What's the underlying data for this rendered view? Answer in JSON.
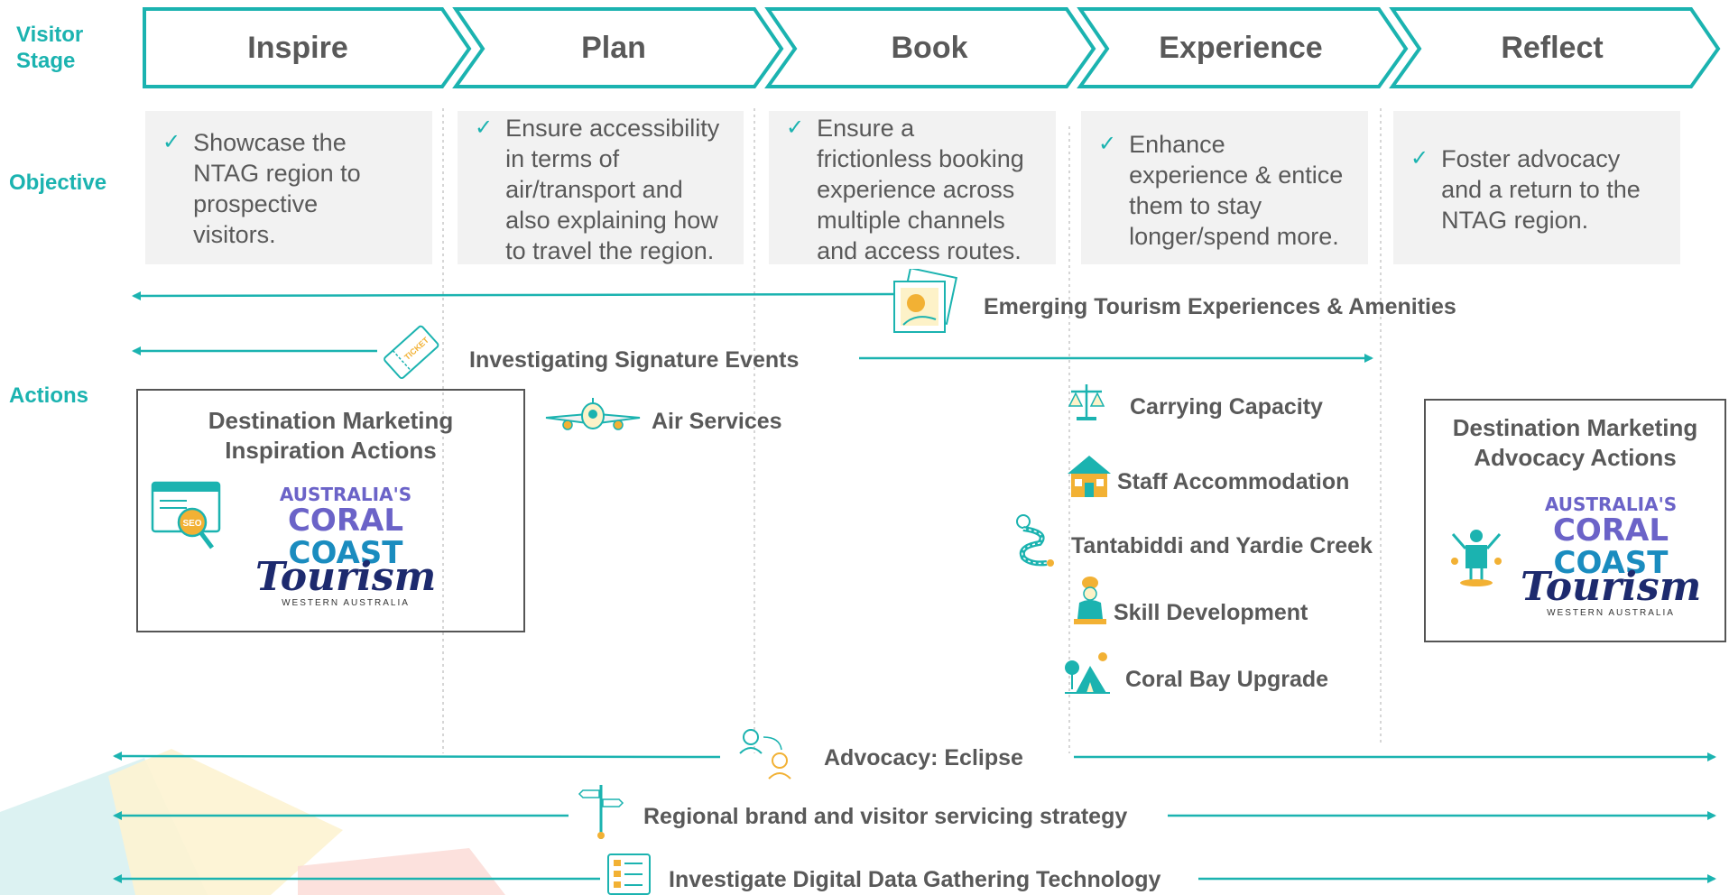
{
  "row_labels": {
    "visitor_stage": [
      "Visitor",
      "Stage"
    ],
    "objective": "Objective",
    "actions": "Actions"
  },
  "stages": [
    "Inspire",
    "Plan",
    "Book",
    "Experience",
    "Reflect"
  ],
  "objectives": [
    [
      "Showcase the",
      "NTAG region to",
      "prospective",
      "visitors."
    ],
    [
      "Ensure accessibility",
      "in terms of",
      "air/transport and",
      "also explaining how",
      "to travel the region."
    ],
    [
      "Ensure a",
      "frictionless booking",
      "experience across",
      "multiple channels",
      "and access routes."
    ],
    [
      "Enhance",
      "experience & entice",
      "them to stay",
      "longer/spend more."
    ],
    [
      "Foster advocacy",
      "and a return to the",
      "NTAG region."
    ]
  ],
  "actions": {
    "emerging": "Emerging Tourism Experiences & Amenities",
    "signature": "Investigating Signature Events",
    "air": "Air Services",
    "carrying": "Carrying Capacity",
    "staff": "Staff Accommodation",
    "tantabiddi": "Tantabiddi and Yardie Creek",
    "skill": "Skill Development",
    "coral_bay": "Coral Bay Upgrade",
    "advocacy": "Advocacy: Eclipse",
    "brand": "Regional brand and visitor servicing strategy",
    "digital": "Investigate Digital Data Gathering Technology"
  },
  "boxes": {
    "inspiration": [
      "Destination Marketing",
      "Inspiration Actions"
    ],
    "advocacy": [
      "Destination Marketing",
      "Advocacy Actions"
    ]
  },
  "logos": {
    "ccc_line1": "AUSTRALIA'S",
    "ccc_line2a": "CORAL",
    "ccc_line2b": "COAST",
    "twa_word": "Tourism",
    "twa_sub": "WESTERN AUSTRALIA",
    "seo": "SEO",
    "ticket": "TICKET"
  },
  "colors": {
    "teal": "#1bb3b0",
    "text": "#595959",
    "box_fill": "#f2f2f2"
  }
}
